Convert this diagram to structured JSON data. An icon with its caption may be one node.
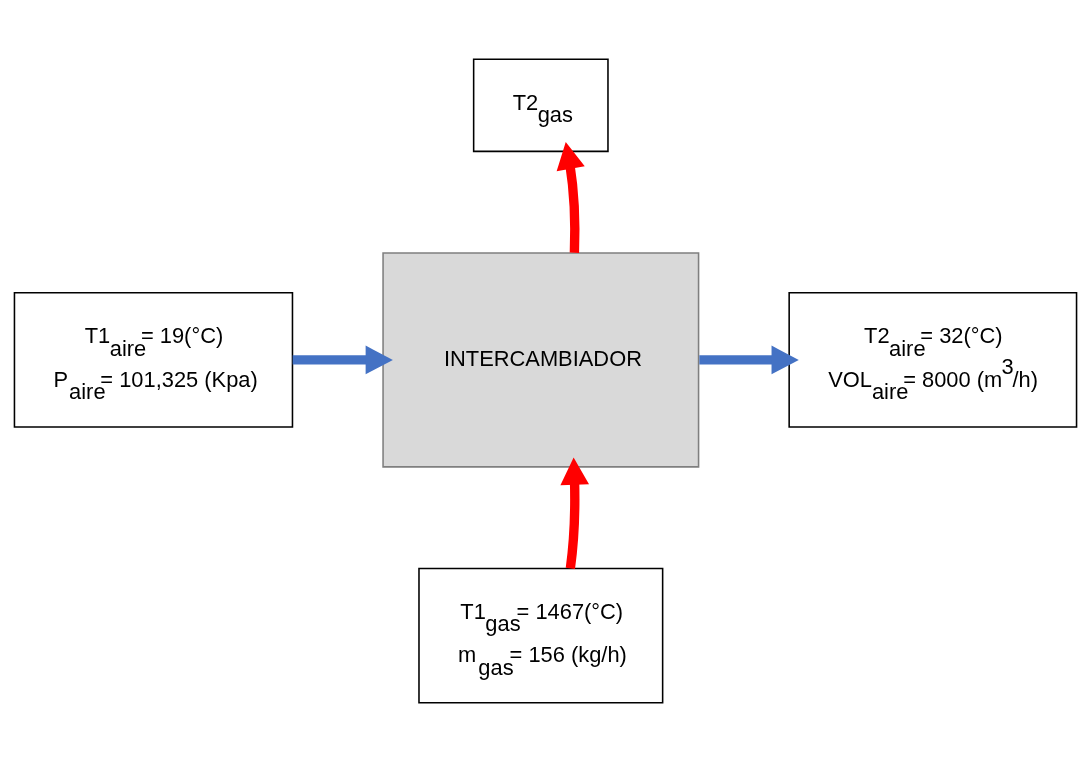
{
  "diagram": {
    "nodes": [
      {
        "text": [
          "T2$_{gas}$"
        ]
      },
      {
        "text": [
          "T1$_{aire}$= 19(°C)",
          "P$_{aire}$= 101,325 (Kpa)"
        ]
      },
      {
        "text": [
          "INTERCAMBIADOR"
        ]
      },
      {
        "text": [
          "T2$_{aire}$= 32(°C)",
          "VOL$_{aire}$= 8000 (m$^{3}$/h)"
        ]
      },
      {
        "text": [
          "T1$_{gas}$= 1467(°C)",
          "m$_{gas}$= 156 (kg/h)"
        ]
      }
    ],
    "edges": [
      {
        "from": 2,
        "to": 0,
        "arrow": "to",
        "color": "#ff0000"
      },
      {
        "from": 1,
        "to": 2,
        "arrow": "to",
        "color": "#4472c4"
      },
      {
        "from": 2,
        "to": 3,
        "arrow": "to",
        "color": "#4472c4"
      },
      {
        "from": 4,
        "to": 2,
        "arrow": "to",
        "color": "#ff0000"
      }
    ]
  }
}
